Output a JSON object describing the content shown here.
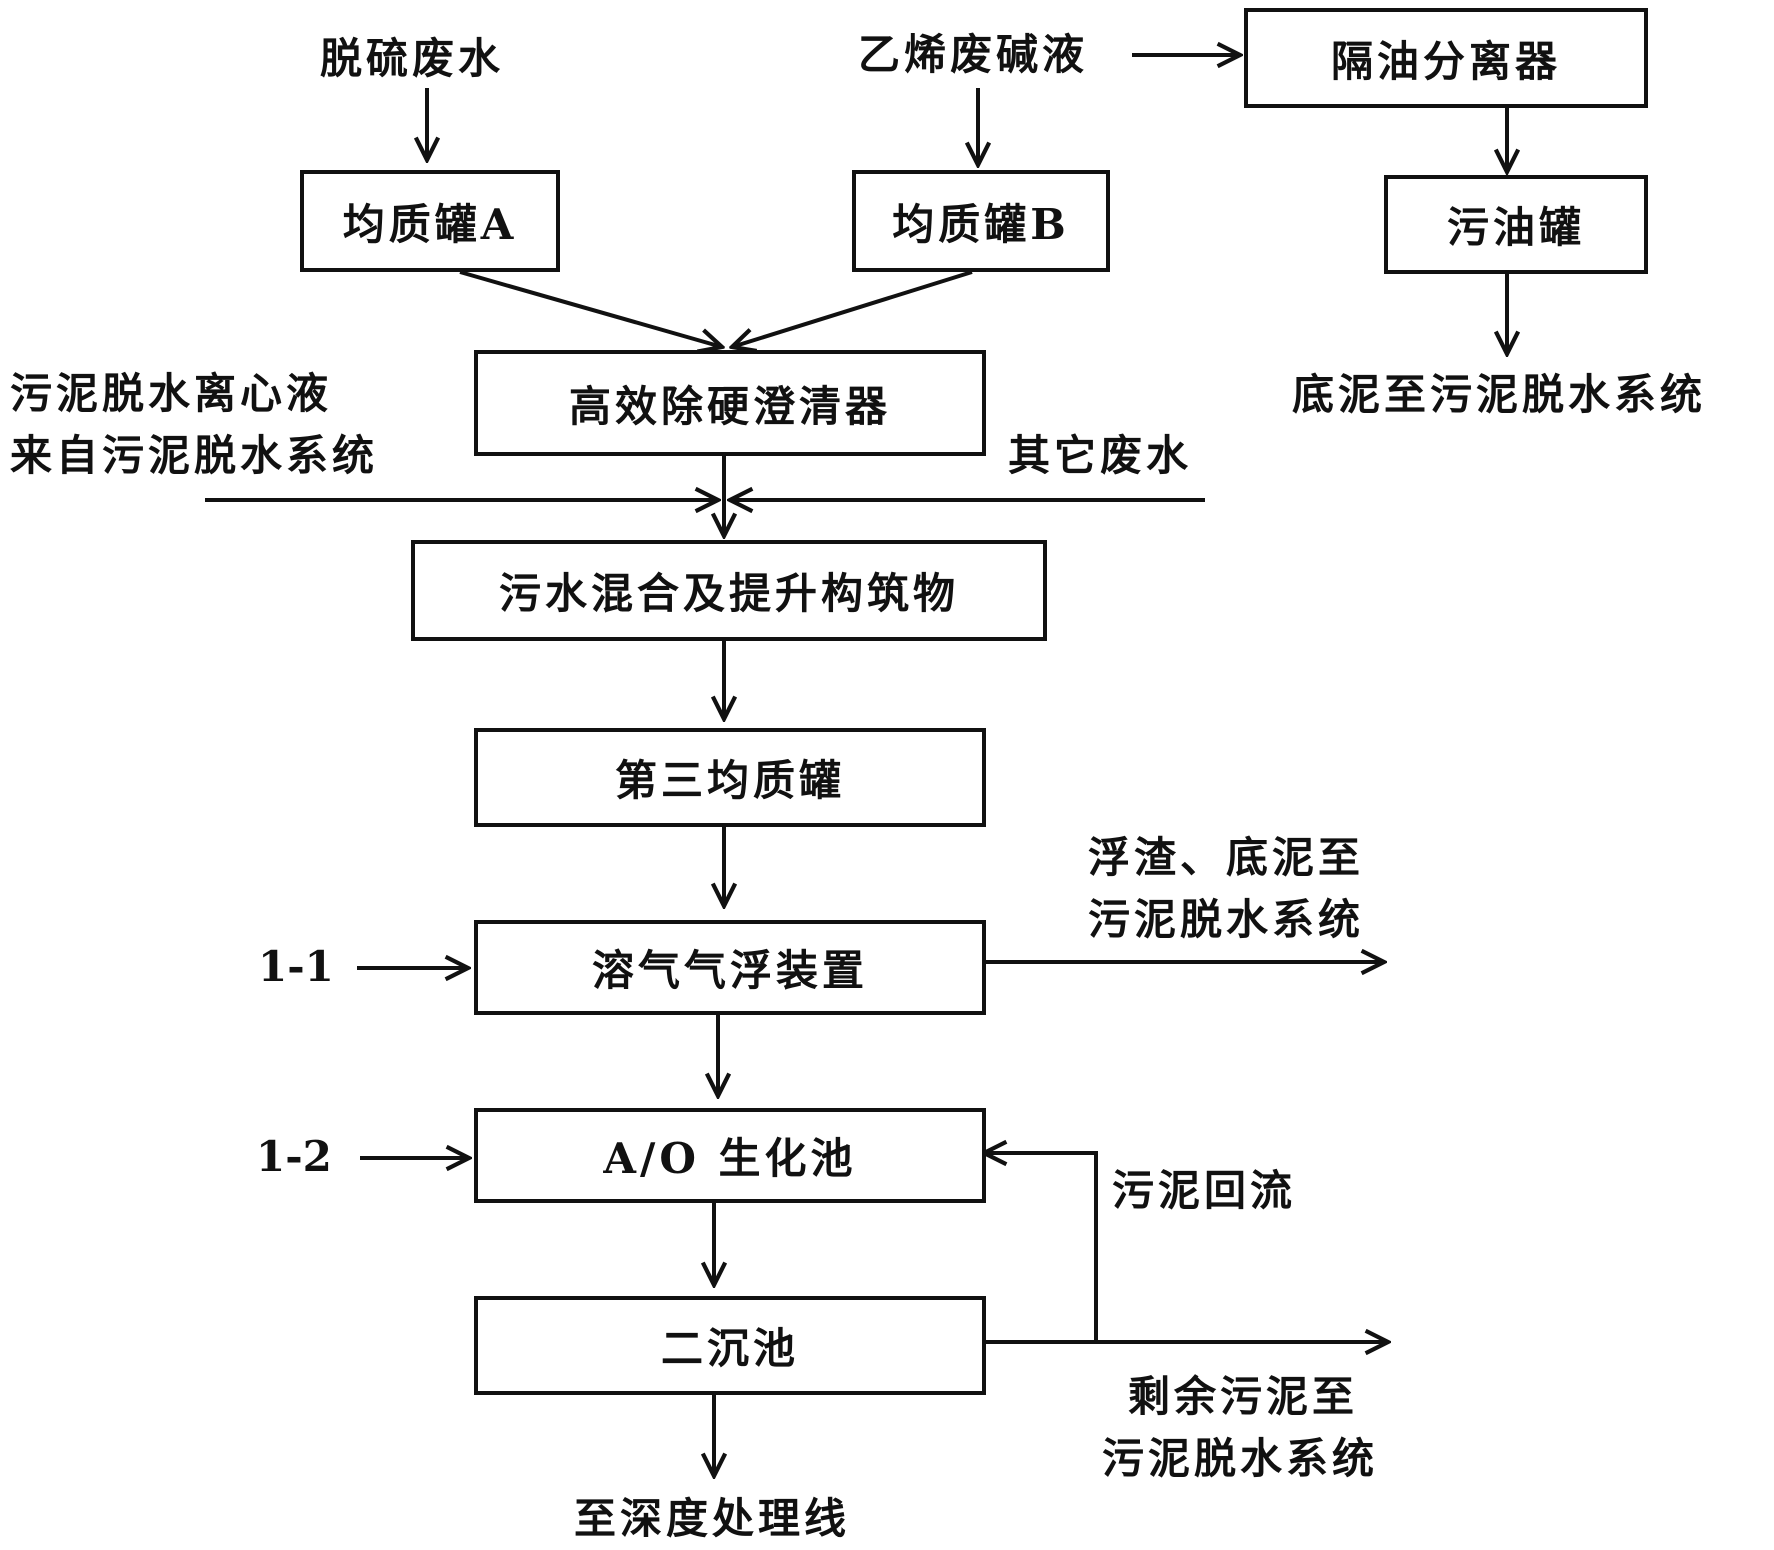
{
  "boxes": {
    "eq_a": "均质罐A",
    "eq_b": "均质罐B",
    "oil_separator": "隔油分离器",
    "oil_tank": "污油罐",
    "clarifier": "高效除硬澄清器",
    "mixing": "污水混合及提升构筑物",
    "eq_third": "第三均质罐",
    "daf": "溶气气浮装置",
    "ao_tank": "A/O 生化池",
    "secondary_clarifier": "二沉池"
  },
  "labels": {
    "desulfur_wastewater": "脱硫废水",
    "ethylene_spent_caustic": "乙烯废碱液",
    "sludge_to_dewatering_top": "底泥至污泥脱水系统",
    "centrate_line1": "污泥脱水离心液",
    "centrate_line2": "来自污泥脱水系统",
    "other_wastewater": "其它废水",
    "scum_line1": "浮渣、底泥至",
    "scum_line2": "污泥脱水系统",
    "input_1_1": "1-1",
    "input_1_2": "1-2",
    "sludge_return": "污泥回流",
    "excess_line1": "剩余污泥至",
    "excess_line2": "污泥脱水系统",
    "to_advanced": "至深度处理线"
  }
}
